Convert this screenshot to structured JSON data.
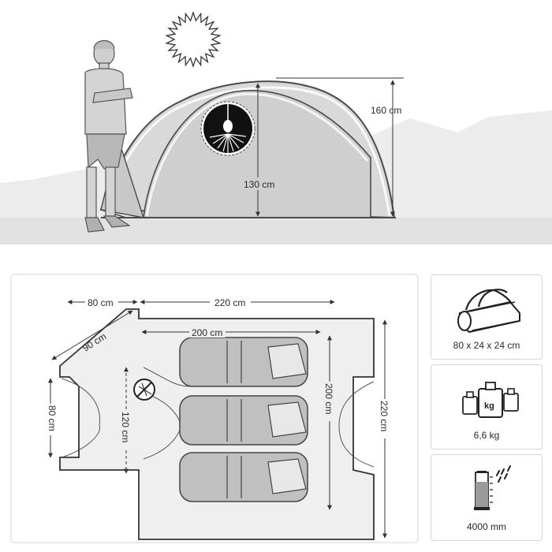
{
  "tent_side": {
    "height_outer": "160 cm",
    "height_inner": "130 cm"
  },
  "floor_plan": {
    "vestibule_length": "80 cm",
    "total_length": "220 cm",
    "vestibule_diagonal": "90 cm",
    "inner_length": "200 cm",
    "vestibule_width": "80 cm",
    "door_width": "120 cm",
    "inner_width": "200 cm",
    "total_width": "220 cm"
  },
  "specs": [
    {
      "icon": "bag-icon",
      "label": "80 x 24 x 24 cm"
    },
    {
      "icon": "weights-icon",
      "label": "6,6 kg"
    },
    {
      "icon": "water-column-icon",
      "label": "4000 mm"
    }
  ]
}
